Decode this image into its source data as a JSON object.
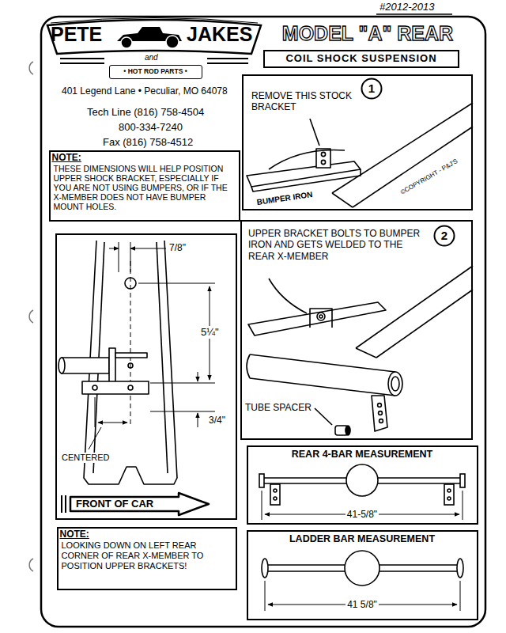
{
  "diagram": {
    "title": "MODEL \"A\" REAR",
    "nodes": [
      {
        "text": [
          "PETE",
          "JAKES",
          "and"
        ]
      },
      {
        "text": [
          "• HOT ROD PARTS •"
        ],
        "in": 0
      },
      {
        "text": [
          "COIL SHOCK SUSPENSION"
        ]
      },
      {
        "text": [
          "REMOVE THIS STOCK BRACKET",
          "BUMPER IRON",
          "©COPYRIGHT - P&J'S"
        ]
      },
      {
        "text": [
          "1"
        ],
        "in": 3
      },
      {
        "text": [
          "NOTE:",
          "THESE DIMENSIONS WILL HELP POSITION UPPER SHOCK BRACKET, ESPECIALLY IF YOU ARE NOT USING BUMPERS, OR IF THE X-MEMBER DOES NOT HAVE BUMPER MOUNT HOLES."
        ]
      },
      {
        "text": [
          "UPPER BRACKET BOLTS TO BUMPER IRON AND GETS WELDED TO THE REAR X-MEMBER",
          "TUBE SPACER"
        ]
      },
      {
        "text": [
          "2"
        ],
        "in": 6
      },
      {
        "text": [
          "7/8\"",
          "5¼\"",
          "3/4\"",
          "CENTERED"
        ]
      },
      {
        "text": [
          "FRONT OF CAR"
        ],
        "in": 8
      },
      {
        "text": [
          "REAR 4-BAR MEASUREMENT",
          "41-5/8\""
        ]
      },
      {
        "text": [
          "NOTE:",
          "LOOKING DOWN ON LEFT REAR CORNER OF REAR X-MEMBER TO POSITION UPPER BRACKETS!"
        ]
      },
      {
        "text": [
          "LADDER BAR MEASUREMENT",
          "41 5/8\""
        ]
      }
    ],
    "labels": [
      "#2012-2013",
      "401 Legend Lane • Peculiar, MO 64078",
      "Tech Line (816) 758-4504",
      "800-334-7240",
      "Fax (816) 758-4512"
    ]
  }
}
